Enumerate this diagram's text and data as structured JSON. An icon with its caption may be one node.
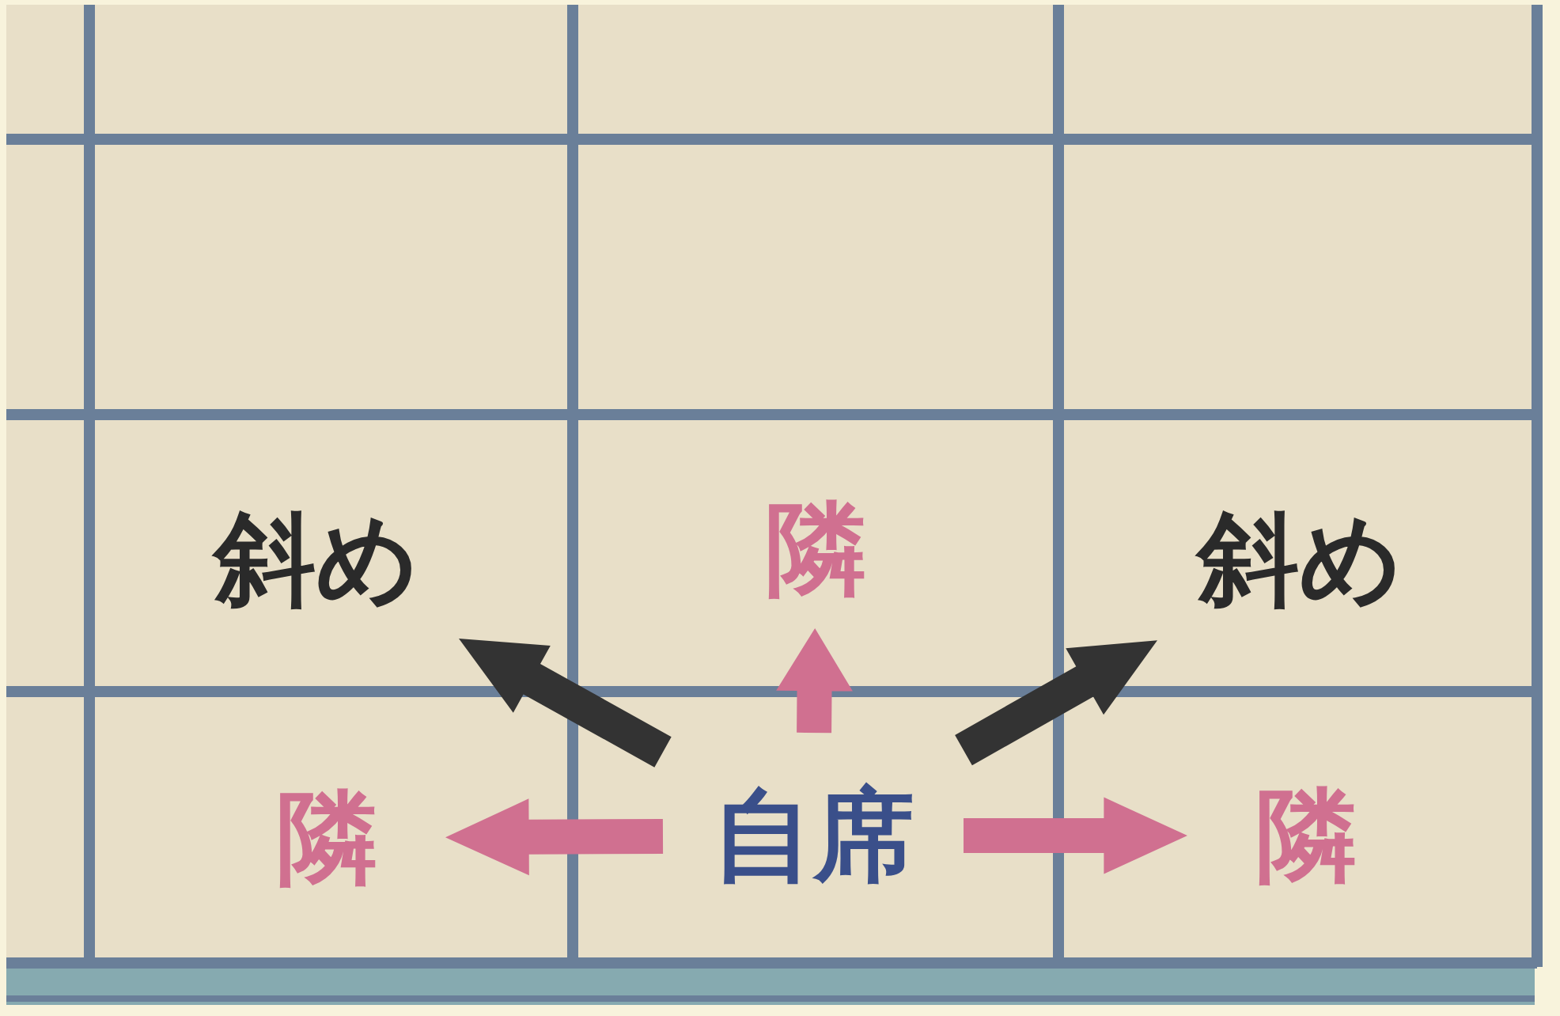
{
  "diagram": {
    "nodes": [
      {
        "text": [
          "斜め"
        ]
      },
      {
        "text": [
          "隣"
        ]
      },
      {
        "text": [
          "斜め"
        ]
      },
      {
        "text": [
          "隣"
        ]
      },
      {
        "text": [
          "自席"
        ]
      },
      {
        "text": [
          "隣"
        ]
      }
    ],
    "edges": [
      {
        "from": 4,
        "to": 0,
        "arrow": "to",
        "color": "#333333"
      },
      {
        "from": 4,
        "to": 1,
        "arrow": "to"
      },
      {
        "from": 4,
        "to": 2,
        "arrow": "to",
        "color": "#333333"
      },
      {
        "from": 4,
        "to": 3,
        "arrow": "to"
      },
      {
        "from": 4,
        "to": 5,
        "arrow": "to"
      }
    ]
  }
}
